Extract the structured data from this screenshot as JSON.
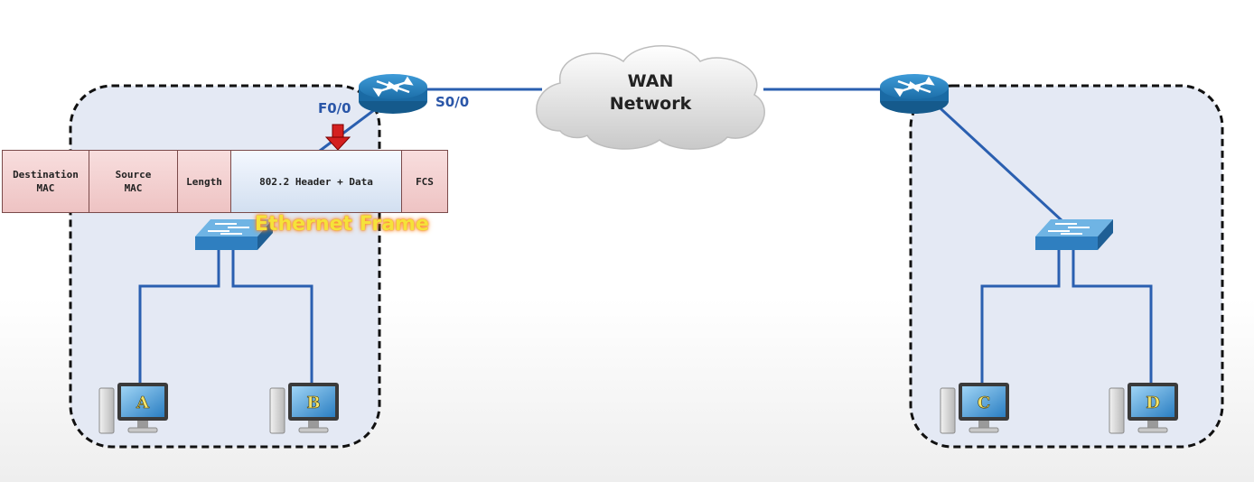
{
  "wan": {
    "label": "WAN\nNetwork"
  },
  "interfaces": {
    "router1_lan": "F0/0",
    "router1_wan": "S0/0"
  },
  "frame": {
    "title": "Ethernet Frame",
    "fields": [
      {
        "label": "Destination\nMAC",
        "style": "pink"
      },
      {
        "label": "Source\nMAC",
        "style": "pink"
      },
      {
        "label": "Length",
        "style": "pink"
      },
      {
        "label": "802.2 Header + Data",
        "style": "blue"
      },
      {
        "label": "FCS",
        "style": "pink"
      }
    ]
  },
  "hosts": [
    "A",
    "B",
    "C",
    "D"
  ],
  "colors": {
    "link": "#2a5fb0",
    "lan_fill": "#e4e9f4",
    "router": "#1f7ab8",
    "switch": "#4a9ad6",
    "arrow": "#d42020",
    "label_text": "#f4e46a"
  }
}
